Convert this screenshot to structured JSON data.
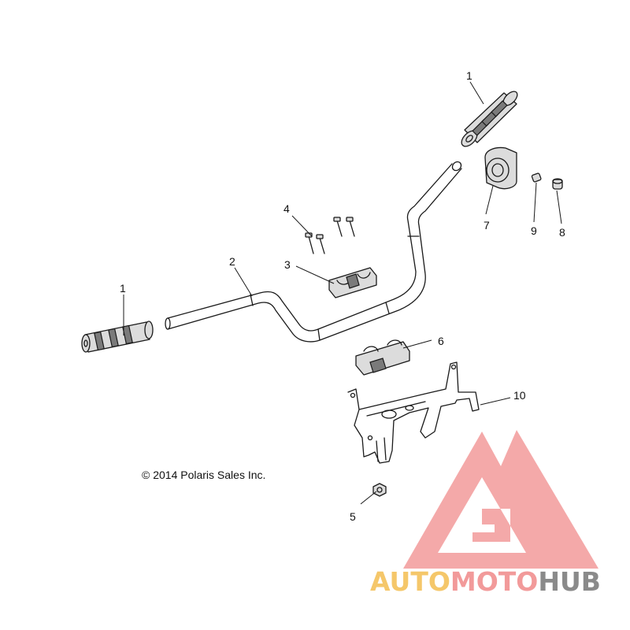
{
  "diagram": {
    "callouts": {
      "c1_right": "1",
      "c1_left": "1",
      "c2": "2",
      "c3": "3",
      "c4": "4",
      "c5": "5",
      "c6": "6",
      "c7": "7",
      "c8": "8",
      "c9": "9",
      "c10": "10"
    },
    "copyright": "© 2014 Polaris Sales Inc."
  },
  "watermark": {
    "word_auto": "AUTO",
    "word_moto": "MOTO",
    "word_hub": "HUB",
    "colors": {
      "auto": "#f5c76a",
      "moto": "#f29a9a",
      "hub": "#8a8a8a",
      "logo": "#f29a9a"
    }
  }
}
